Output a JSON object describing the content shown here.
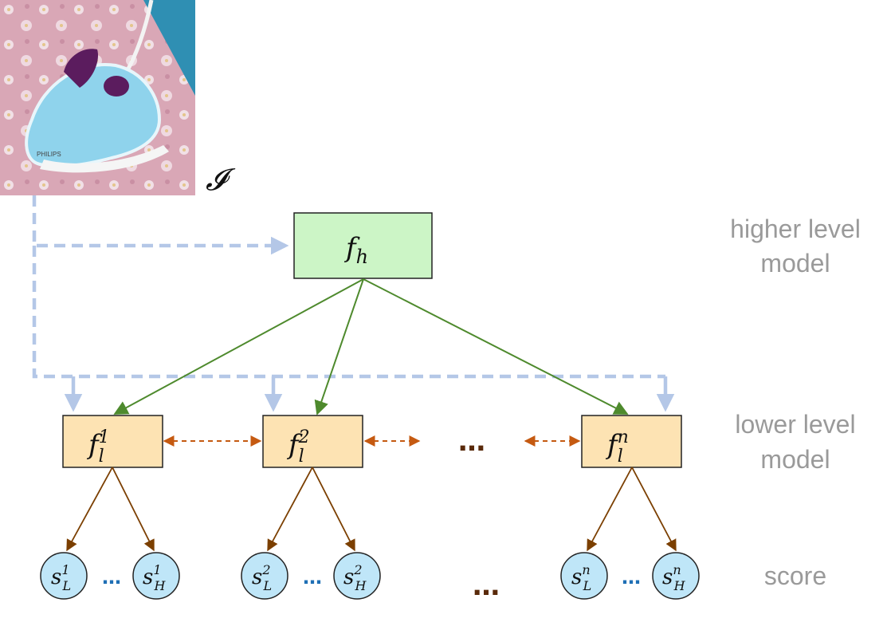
{
  "input": {
    "symbol": "𝓘",
    "photo_brand": "PHILIPS"
  },
  "higher": {
    "box": {
      "base": "f",
      "sub": "h"
    },
    "label_lines": [
      "higher level",
      "model"
    ]
  },
  "lower": {
    "boxes": [
      {
        "base": "f",
        "sub": "l",
        "sup": "1"
      },
      {
        "base": "f",
        "sub": "l",
        "sup": "2"
      },
      {
        "base": "f",
        "sub": "l",
        "sup": "n"
      }
    ],
    "middle_ellipsis": "…",
    "label_lines": [
      "lower level",
      "model"
    ]
  },
  "scores": {
    "groups": [
      {
        "low": {
          "base": "s",
          "sub": "L",
          "sup": "1"
        },
        "high": {
          "base": "s",
          "sub": "H",
          "sup": "1"
        },
        "ellipsis": "…"
      },
      {
        "low": {
          "base": "s",
          "sub": "L",
          "sup": "2"
        },
        "high": {
          "base": "s",
          "sub": "H",
          "sup": "2"
        },
        "ellipsis": "…"
      },
      {
        "low": {
          "base": "s",
          "sub": "L",
          "sup": "n"
        },
        "high": {
          "base": "s",
          "sub": "H",
          "sup": "n"
        },
        "ellipsis": "…"
      }
    ],
    "middle_ellipsis": "…",
    "label": "score"
  },
  "colors": {
    "higher_box_fill": "#ccf5c6",
    "lower_box_fill": "#fde3b3",
    "score_fill": "#bfe6f8",
    "green_arrow": "#4e8a2d",
    "dashed_blue": "#b4c7e7",
    "orange_dashed": "#c55a11",
    "brown_arrow": "#7b3f00",
    "label_gray": "#9a9a9a"
  }
}
